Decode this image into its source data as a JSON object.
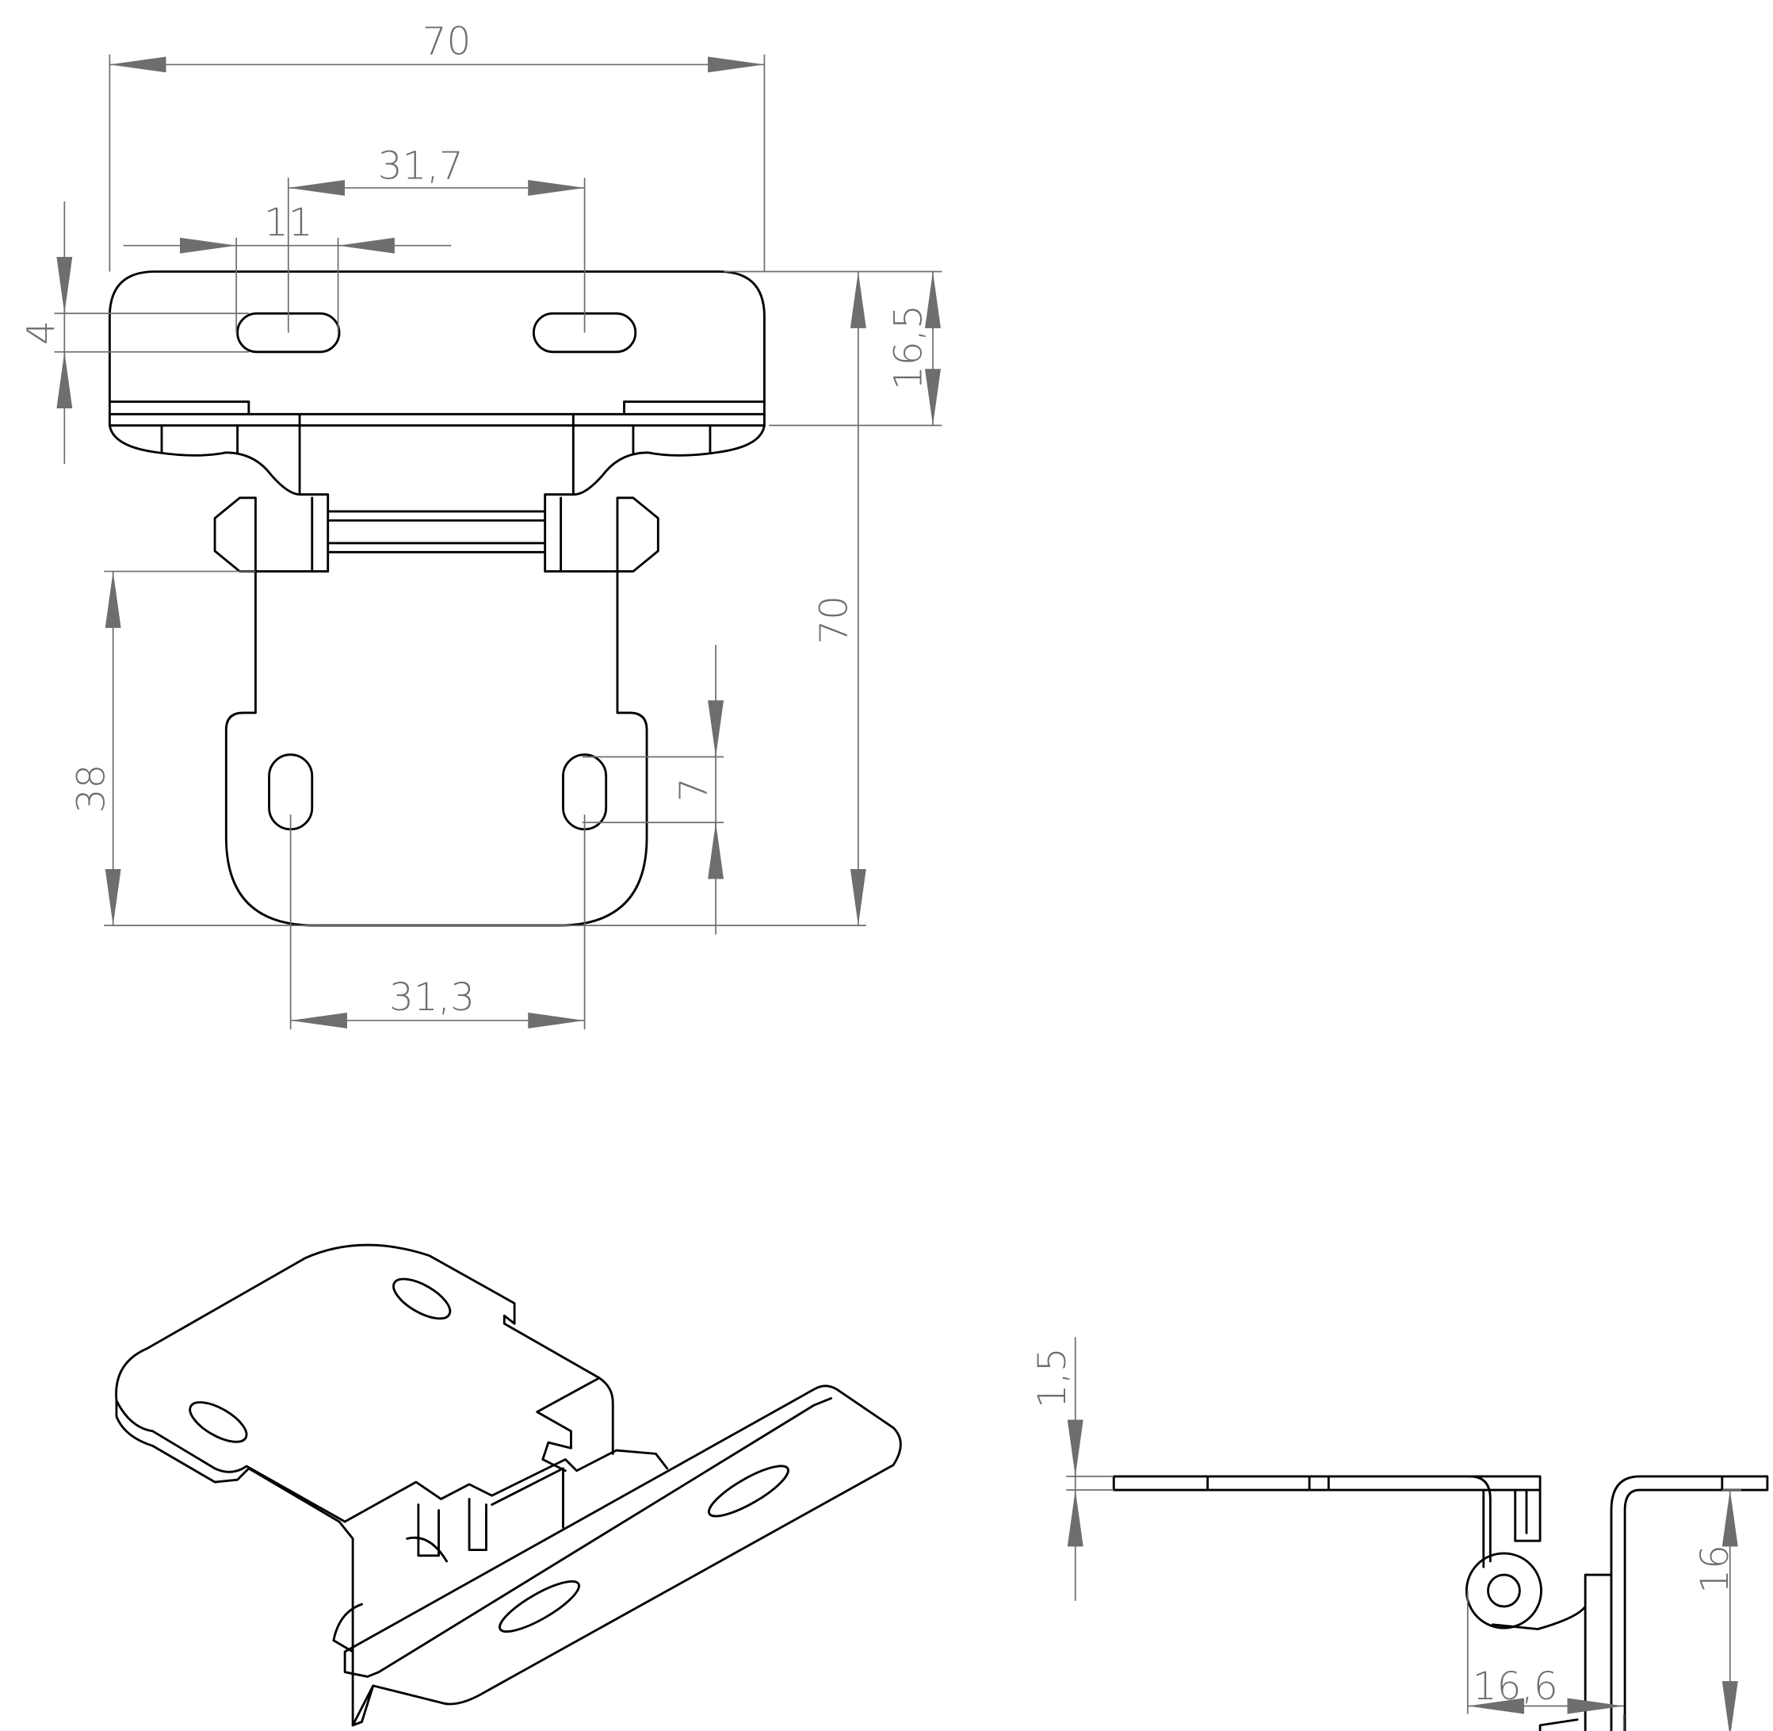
{
  "drawing": {
    "top_view": {
      "dimensions": {
        "overall_width": "70",
        "slot_spacing_top": "31,7",
        "slot_length": "11",
        "slot_height": "4",
        "plate_depth": "16,5",
        "overall_height": "70",
        "lower_leaf_height": "38",
        "lower_slot_length": "7",
        "slot_spacing_bottom": "31,3"
      }
    },
    "side_view": {
      "dimensions": {
        "thickness": "1,5",
        "offset_height": "16",
        "offset_width": "16,6"
      }
    },
    "colors": {
      "outline": "#000000",
      "dimension": "#6e6e6e"
    }
  }
}
